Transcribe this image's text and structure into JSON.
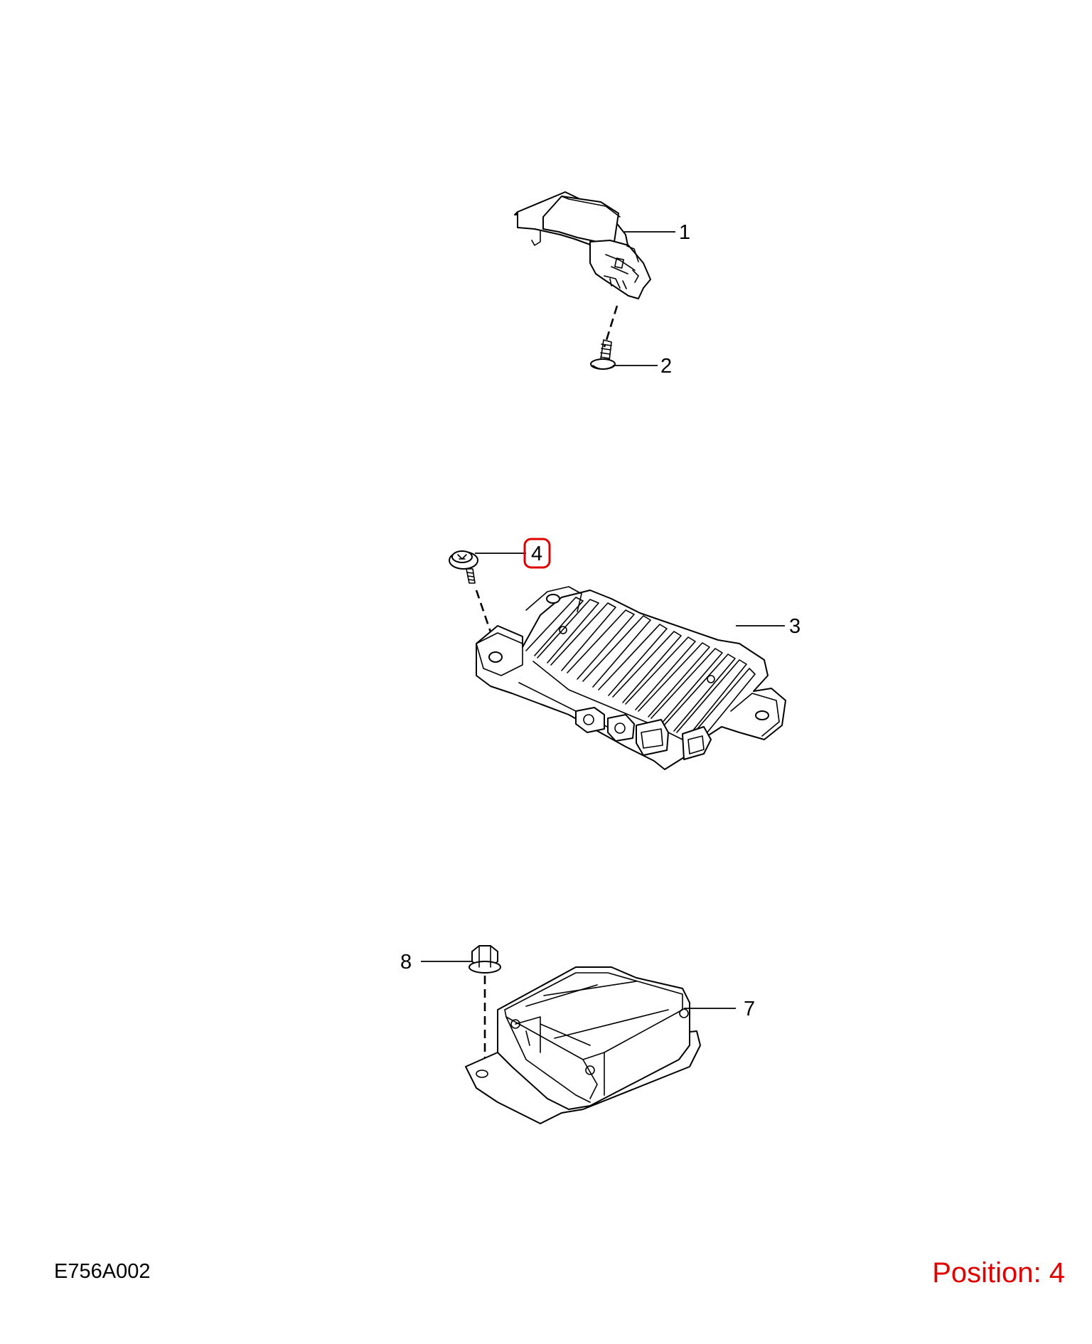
{
  "callouts": {
    "c1": "1",
    "c2": "2",
    "c3": "3",
    "c4": "4",
    "c7": "7",
    "c8": "8"
  },
  "highlighted_callout": "4",
  "footer": {
    "reference_code": "E756A002",
    "position_label": "Position: 4"
  },
  "colors": {
    "line": "#000000",
    "highlight": "#e00000",
    "background": "#ffffff"
  }
}
